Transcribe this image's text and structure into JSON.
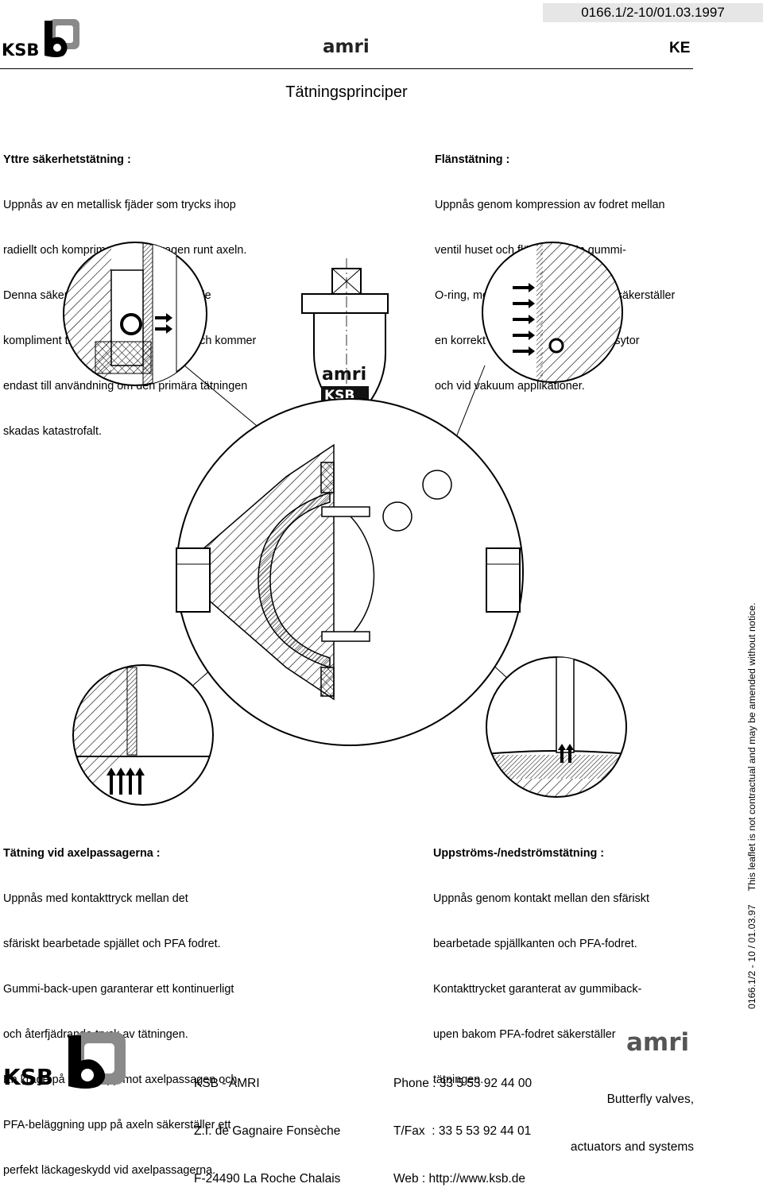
{
  "header": {
    "doc_number": "0166.1/2-10/01.03.1997",
    "brand_left": "KSB",
    "brand_center": "amri",
    "code": "KE",
    "title": "Tätningsprinciper"
  },
  "sections": {
    "outer_seal": {
      "heading": "Yttre säkerhetstätning :",
      "lines": [
        "Uppnås av en metallisk fjäder som trycks ihop",
        "radiellt och komprimerar foderkragen runt axeln.",
        "Denna säkerhetstätning är ett oberoende",
        "kompliment till axelpassagetätningen och kommer",
        "endast till användning om den primära tätningen",
        "skadas katastrofalt."
      ]
    },
    "flange_seal": {
      "heading": "Flänstätning :",
      "lines": [
        "Uppnås genom kompression av fodret mellan",
        "ventil huset och flänsarna. En gummi-",
        "O-ring, monterad under PFA fodret, säkerställer",
        "en korrekt tätning mellan skeva flänsytor",
        "och vid vakuum applikationer."
      ]
    },
    "shaft_seal": {
      "heading": "Tätning vid axelpassagerna :",
      "lines": [
        "Uppnås med kontakttryck mellan det",
        "sfäriskt bearbetade spjället och PFA fodret.",
        "Gummi-back-upen garanterar ett kontinuerligt",
        "och återfjädrande tryck av tätningen.",
        "En krage på fodret upp mot axelpassagen och",
        "PFA-beläggning upp på axeln säkerställer ett",
        "perfekt läckageskydd vid axelpassagerna."
      ]
    },
    "updown_seal": {
      "heading": "Uppströms-/nedströmstätning :",
      "lines": [
        "Uppnås genom kontakt mellan den sfäriskt",
        "bearbetade spjällkanten och PFA-fodret.",
        "Kontakttrycket garanterat av gummiback-",
        "upen bakom PFA-fodret säkerställer",
        "tätningen."
      ]
    }
  },
  "drawing": {
    "body_mark_top": "amri",
    "body_mark_bottom": "KSB"
  },
  "side_note": "0166.1/2 - 10 / 01.03.97     This leaflet is not contractual and may be amended without notice.",
  "footer": {
    "brand_left": "KSB",
    "address": [
      "KSB - AMRI",
      "Z.I. de Gagnaire Fonsèche",
      "F-24490 La Roche Chalais"
    ],
    "contact": [
      "Phone : 33 5 53 92 44 00",
      "T/Fax  : 33 5 53 92 44 01",
      "Web : http://www.ksb.de"
    ],
    "brand_right": "amri",
    "tagline": [
      "Butterfly valves,",
      "actuators and systems"
    ]
  }
}
